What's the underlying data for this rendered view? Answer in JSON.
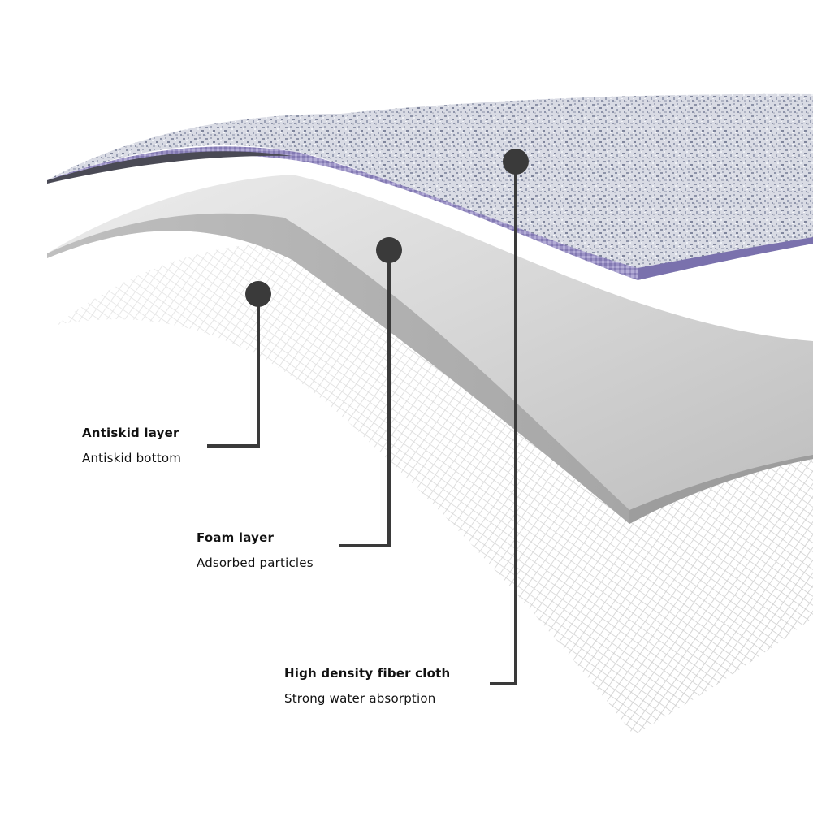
{
  "layers": [
    {
      "id": "antiskid",
      "title": "Antiskid layer",
      "subtitle": "Antiskid bottom"
    },
    {
      "id": "foam",
      "title": "Foam layer",
      "subtitle": "Adsorbed particles"
    },
    {
      "id": "fiber",
      "title": "High density fiber cloth",
      "subtitle": "Strong water absorption"
    }
  ],
  "colors": {
    "background": "#ffffff",
    "fiber_surface": "#c9ccd8",
    "fiber_edge": "#8e84bb",
    "foam_layer": "#c4c4c4",
    "antiskid_mesh": "#d4d4d4",
    "leader_line": "#3a3a3a",
    "callout_dot": "#3a3a3a"
  }
}
